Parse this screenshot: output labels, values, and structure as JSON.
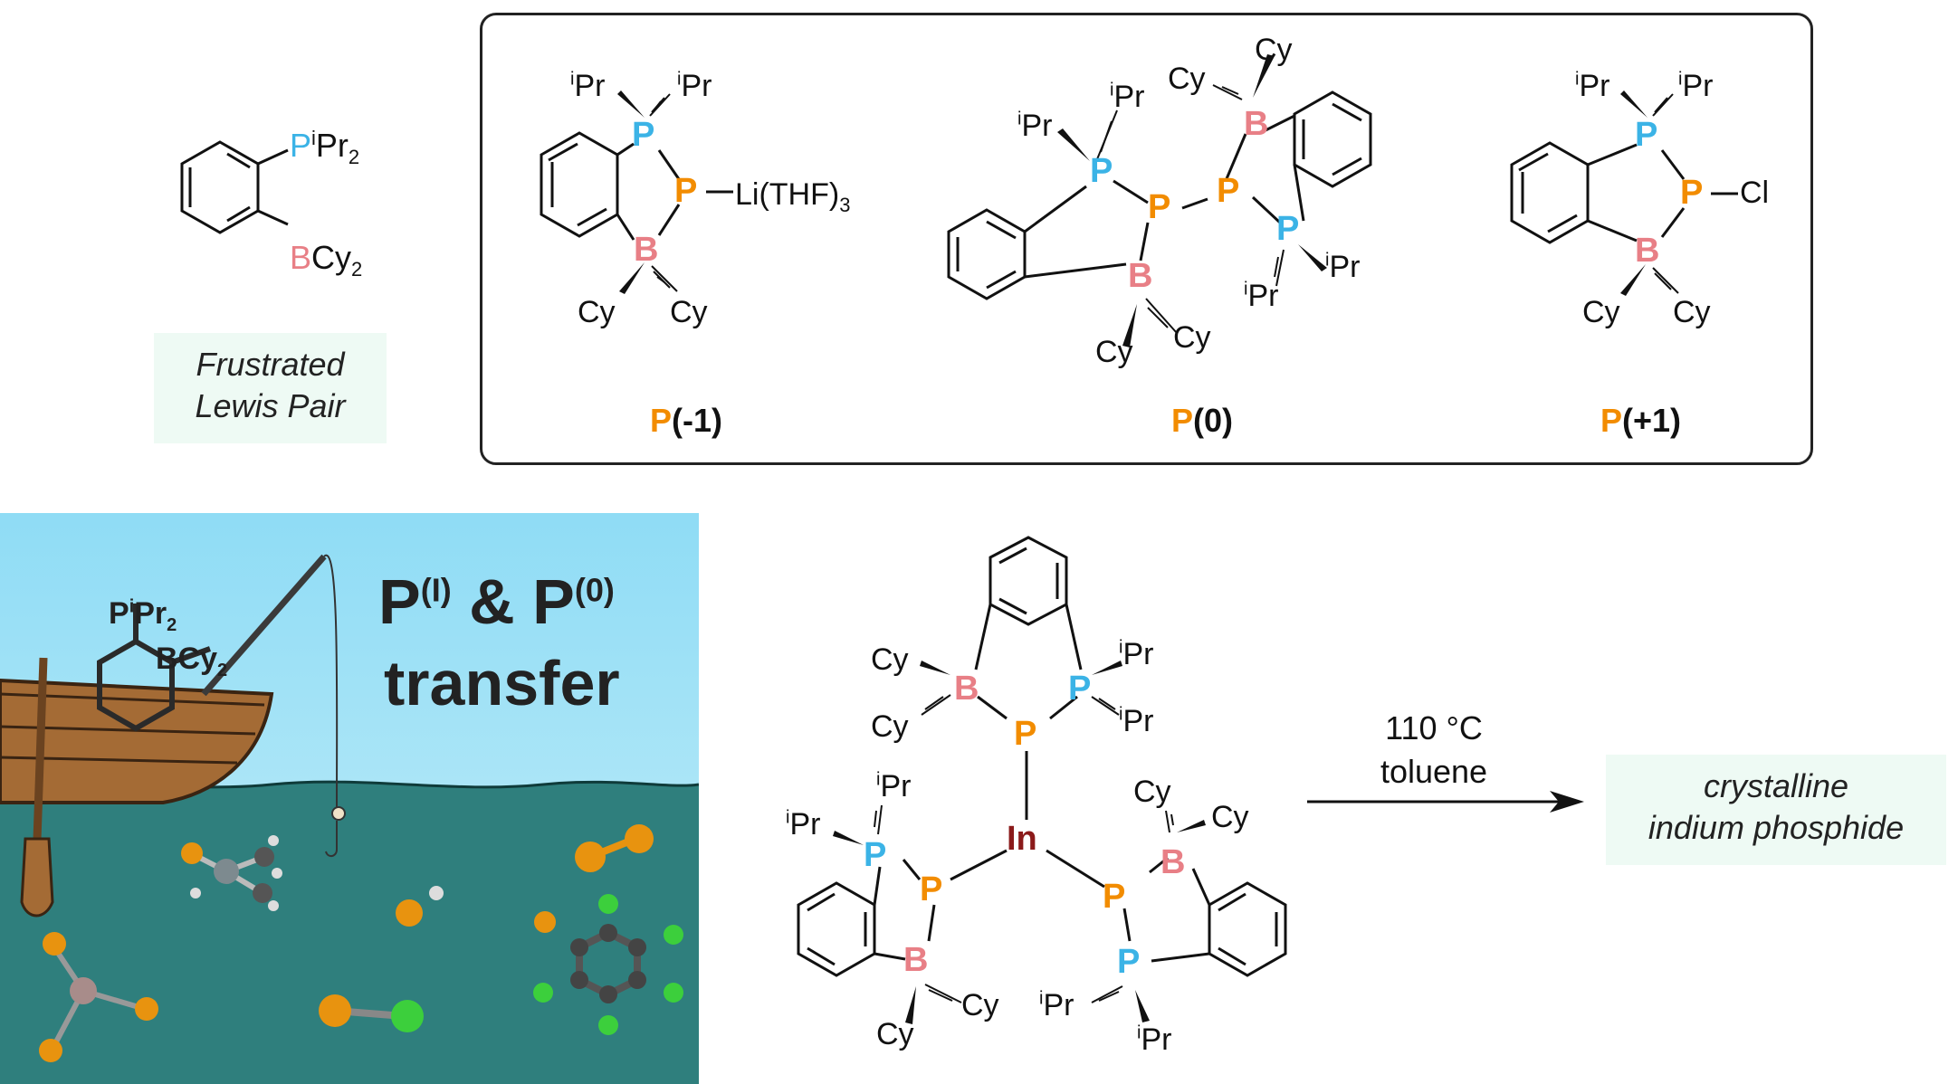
{
  "colors": {
    "phosphorus_donor": "#3bb3e6",
    "phosphorus_center": "#f28c00",
    "boron": "#e87f86",
    "indium": "#8b1a1a",
    "bond": "#111111",
    "box_border": "#222222",
    "tag_bg": "#eefaf4",
    "sky": "#a9e3f5",
    "sea": "#2f7f7d",
    "chlorine": "#3ccf3c"
  },
  "flp": {
    "p_atom": "P",
    "p_sub": "iPr2",
    "b_atom": "B",
    "b_sub": "Cy2",
    "tag_line1": "Frustrated",
    "tag_line2": "Lewis Pair"
  },
  "compounds": {
    "pm1": {
      "label_atom": "P",
      "label_rest": "(-1)",
      "subst": "Li(THF)3"
    },
    "p0": {
      "label_atom": "P",
      "label_rest": "(0)"
    },
    "pp1": {
      "label_atom": "P",
      "label_rest": "(+1)",
      "subst": "Cl"
    }
  },
  "groups": {
    "ipr": "iPr",
    "cy": "Cy"
  },
  "atoms": {
    "P": "P",
    "B": "B",
    "In": "In"
  },
  "graphic": {
    "title_line1": "P(I) & P(0)",
    "title_line2": "transfer",
    "boat_p": "PiPr2",
    "boat_b": "BCy2"
  },
  "reaction": {
    "temperature": "110 °C",
    "solvent": "toluene",
    "product_line1": "crystalline",
    "product_line2": "indium phosphide"
  }
}
